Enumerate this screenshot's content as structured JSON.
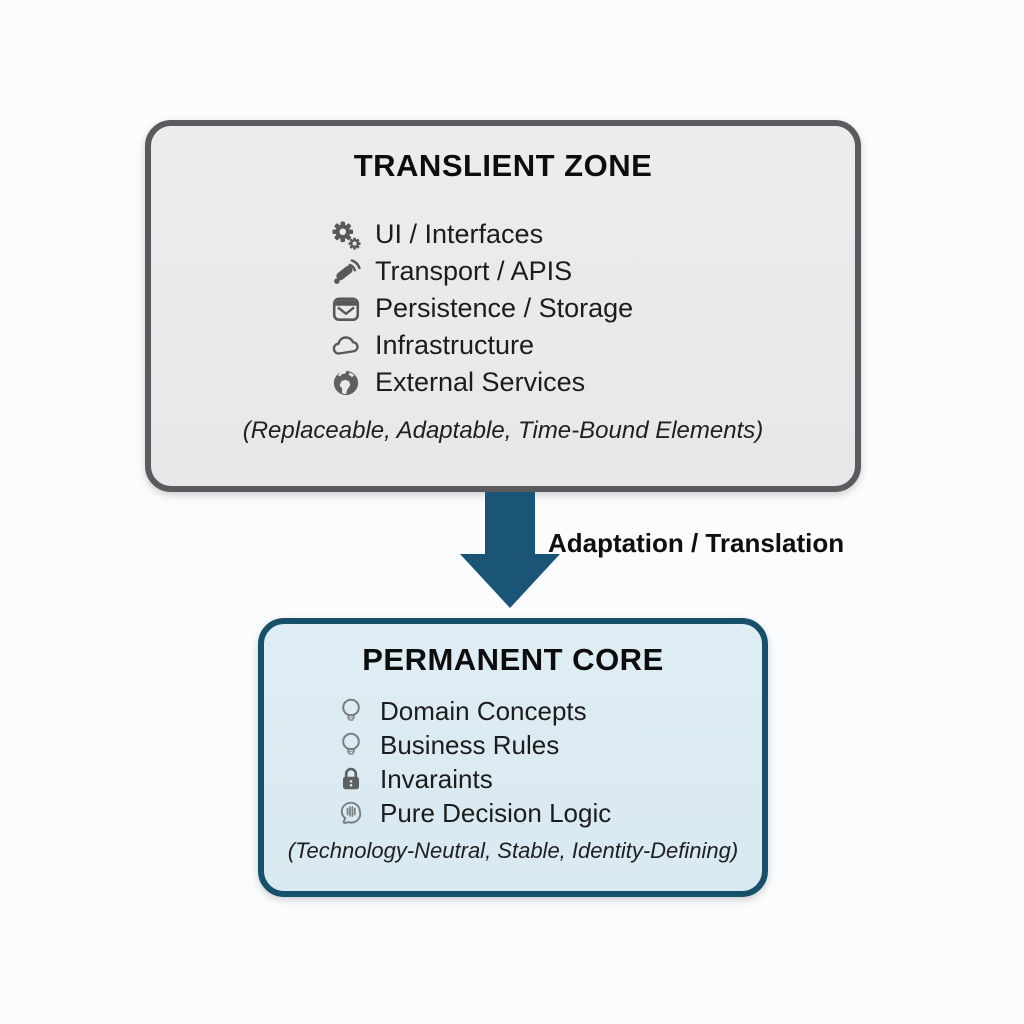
{
  "transient_zone": {
    "title": "TRANSLIENT ZONE",
    "items": [
      {
        "icon": "gears-icon",
        "label": "UI / Interfaces"
      },
      {
        "icon": "satellite-icon",
        "label": "Transport / APIS"
      },
      {
        "icon": "storage-icon",
        "label": "Persistence / Storage"
      },
      {
        "icon": "cloud-icon",
        "label": "Infrastructure"
      },
      {
        "icon": "globe-icon",
        "label": "External Services"
      }
    ],
    "caption": "(Replaceable, Adaptable, Time-Bound Elements)",
    "fill_color": "#e9e9ea",
    "border_color": "#5a5b5e"
  },
  "arrow": {
    "label": "Adaptation / Translation",
    "color": "#1a5578"
  },
  "permanent_core": {
    "title": "PERMANENT CORE",
    "items": [
      {
        "icon": "bulb-icon",
        "label": "Domain Concepts"
      },
      {
        "icon": "bulb-icon",
        "label": "Business Rules"
      },
      {
        "icon": "lock-icon",
        "label": "Invaraints"
      },
      {
        "icon": "brain-icon",
        "label": "Pure Decision Logic"
      }
    ],
    "caption": "(Technology-Neutral, Stable, Identity-Defining)",
    "fill_color": "#dcebf3",
    "border_color": "#17506b"
  }
}
